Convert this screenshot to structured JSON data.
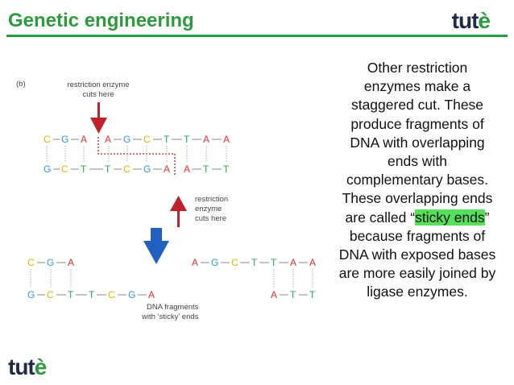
{
  "header": {
    "title": "Genetic engineering",
    "logo_main": "tut",
    "logo_accent": "è"
  },
  "diagram": {
    "panel_label": "(b)",
    "enzyme_label_top_line1": "restriction enzyme",
    "enzyme_label_top_line2": "cuts here",
    "enzyme_label_mid_line1": "restriction",
    "enzyme_label_mid_line2": "enzyme",
    "enzyme_label_mid_line3": "cuts here",
    "fragments_label_line1": "DNA fragments",
    "fragments_label_line2": "with ‘sticky’ ends",
    "colors": {
      "C": "#e0b400",
      "G": "#2e9ad6",
      "A": "#e23030",
      "T": "#2aa84a",
      "arrow_red": "#c0202a",
      "arrow_blue": "#2060c0"
    }
  },
  "body_text": {
    "part1": "Other restriction enzymes make a staggered cut.  These produce fragments of DNA with overlapping ends with complementary bases.  These overlapping ends are called “",
    "highlight": "sticky ends",
    "part2": "” because fragments of DNA with exposed bases are more easily joined by ligase enzymes."
  },
  "footer": {
    "logo_main": "tut",
    "logo_accent": "è"
  }
}
